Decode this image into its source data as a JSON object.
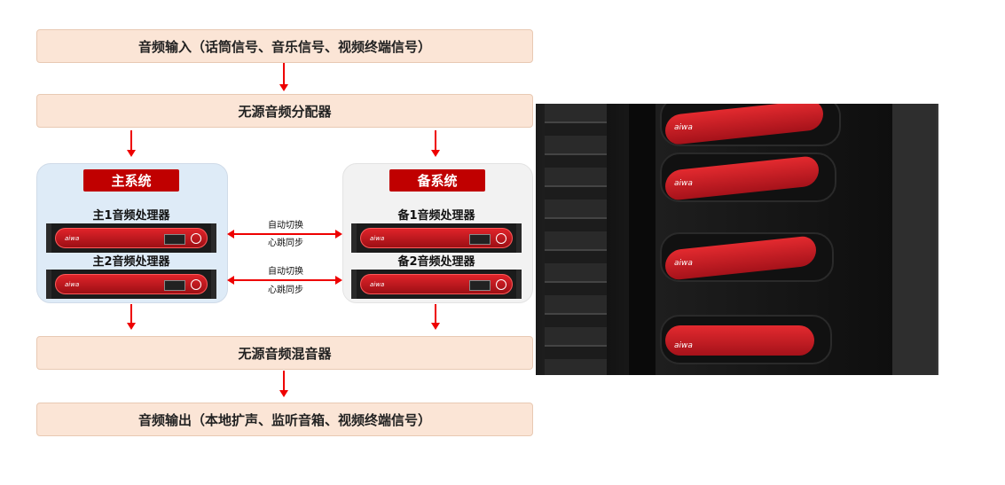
{
  "flow": {
    "input": "音频输入（话筒信号、音乐信号、视频终端信号）",
    "splitter": "无源音频分配器",
    "mixer": "无源音频混音器",
    "output": "音频输出（本地扩声、监听音箱、视频终端信号）"
  },
  "main_system": {
    "title": "主系统",
    "devices": [
      "主1音频处理器",
      "主2音频处理器"
    ]
  },
  "backup_system": {
    "title": "备系统",
    "devices": [
      "备1音频处理器",
      "备2音频处理器"
    ]
  },
  "links": [
    {
      "top": "自动切换",
      "bottom": "心跳同步"
    },
    {
      "top": "自动切换",
      "bottom": "心跳同步"
    }
  ],
  "device_logo": "aiwa",
  "colors": {
    "accent": "#c00000",
    "arrow": "#e00000",
    "box": "#fbe5d6",
    "main_panel": "#deebf7",
    "backup_panel": "#f2f2f2"
  }
}
